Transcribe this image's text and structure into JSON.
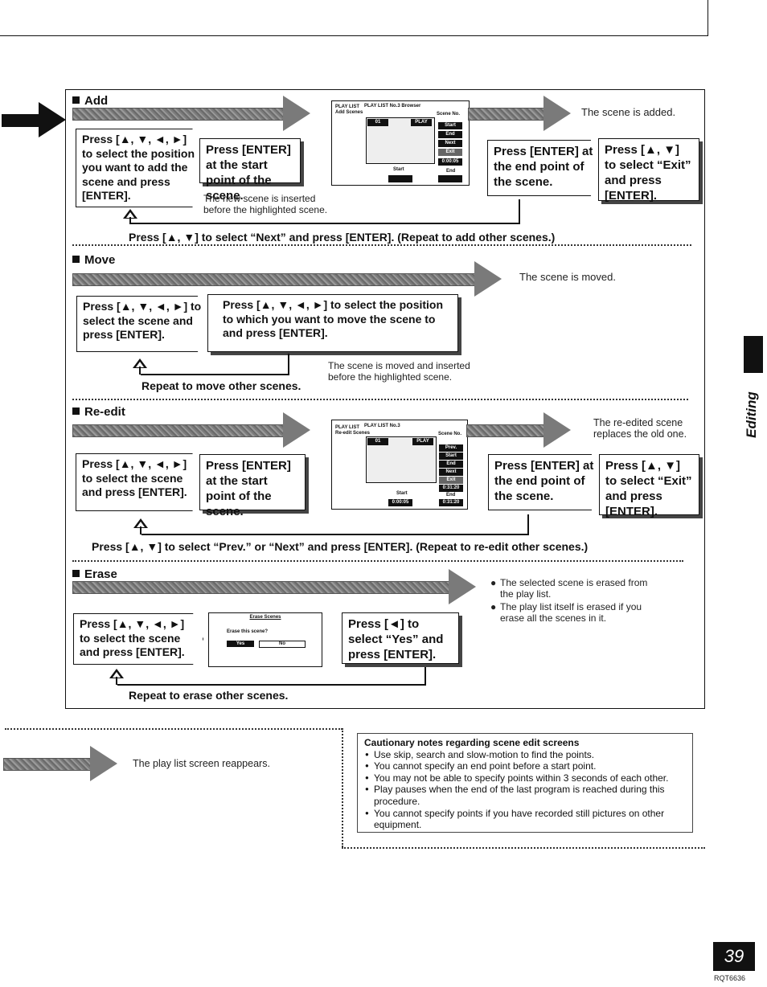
{
  "sections": {
    "add": {
      "title": "Add",
      "box1": "Press [▲, ▼, ◄, ►] to select the position you want to add the scene and press [ENTER].",
      "box2": "Press [ENTER] at the start point of the scene.",
      "note_inserted": "The new scene is inserted before the highlighted scene.",
      "box3": "Press [ENTER] at the end point of the scene.",
      "box4": "Press [▲, ▼] to select “Exit” and press [ENTER].",
      "result": "The scene is added.",
      "repeat": "Press [▲, ▼] to select “Next” and press [ENTER]. (Repeat to add other scenes.)",
      "screen": {
        "header1": "PLAY LIST",
        "header2": "Add Scenes",
        "tab": "PLAY LIST No.3 Browser",
        "scene_no": "Scene No.",
        "thumb_num": "01",
        "status": "PLAY",
        "buttons": [
          "Start",
          "End",
          "Next",
          "Exit"
        ],
        "start_label": "Start",
        "end_label": "End",
        "time": "0:00:05"
      }
    },
    "move": {
      "title": "Move",
      "box1": "Press [▲, ▼, ◄, ►] to select the scene and press [ENTER].",
      "box2": "Press [▲, ▼, ◄, ►] to select the position to which you want to move the scene to and press [ENTER].",
      "result": "The scene is moved.",
      "note": "The scene is moved and inserted before the highlighted scene.",
      "repeat": "Repeat to move other scenes."
    },
    "reedit": {
      "title": "Re-edit",
      "box1": "Press [▲, ▼, ◄, ►] to select the scene and press [ENTER].",
      "box2": "Press [ENTER] at the start point of the scene.",
      "box3": "Press [ENTER] at the end point of the scene.",
      "box4": "Press [▲, ▼] to select “Exit” and press [ENTER].",
      "result": "The re-edited scene replaces the old one.",
      "repeat": "Press [▲, ▼] to select “Prev.” or “Next” and press [ENTER]. (Repeat to re-edit other scenes.)",
      "screen": {
        "header1": "PLAY LIST",
        "header2": "Re-edit Scenes",
        "tab": "PLAY LIST No.3",
        "scene_no": "Scene No.",
        "thumb_num": "01",
        "status": "PLAY",
        "buttons": [
          "Prev.",
          "Start",
          "End",
          "Next",
          "Exit"
        ],
        "start_label": "Start",
        "end_label": "End",
        "time1": "0:00:05",
        "time2": "0:31:20",
        "time3": "0:31:20"
      }
    },
    "erase": {
      "title": "Erase",
      "box1": "Press [▲, ▼, ◄, ►] to select the scene and press [ENTER].",
      "box2": "Press [◄] to select “Yes” and press [ENTER].",
      "result1": "The selected scene is erased from the play list.",
      "result2": "The play list itself is erased if you erase all the scenes in it.",
      "repeat": "Repeat to erase other scenes.",
      "dialog": {
        "title": "Erase Scenes",
        "question": "Erase this scene?",
        "yes": "Yes",
        "no": "No"
      }
    }
  },
  "footer": {
    "reappears": "The play list screen reappears.",
    "caution_title": "Cautionary notes regarding scene edit screens",
    "caution_items": [
      "Use skip, search and slow-motion to find the points.",
      "You cannot specify an end point before a start point.",
      "You may not be able to specify points within 3 seconds of each other.",
      "Play pauses when the end of the last program is reached during this procedure.",
      "You cannot specify points if you have recorded still pictures on other equipment."
    ],
    "side_label": "Editing",
    "page_number": "39",
    "code": "RQT6636"
  }
}
